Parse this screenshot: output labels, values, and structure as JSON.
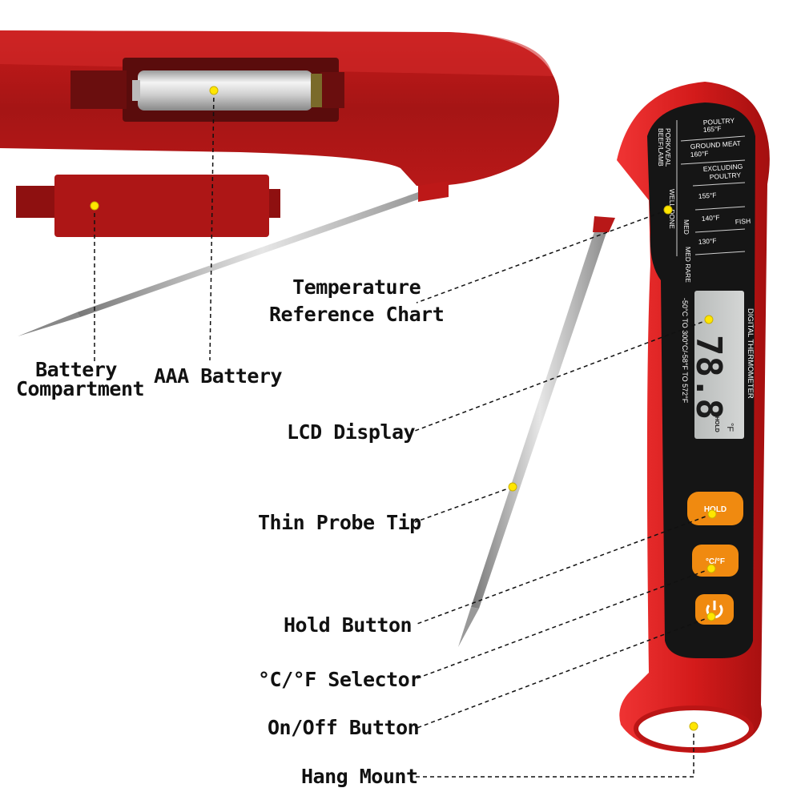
{
  "callouts": {
    "temperature_chart": [
      "Temperature",
      "Reference Chart"
    ],
    "battery_compartment": [
      "Battery",
      "Compartment"
    ],
    "aaa_battery": "AAA Battery",
    "lcd_display": "LCD Display",
    "probe_tip": "Thin Probe Tip",
    "hold_button": "Hold Button",
    "unit_selector": "°C/°F Selector",
    "power_button": "On/Off Button",
    "hang_mount": "Hang Mount"
  },
  "device": {
    "chart_rows": [
      {
        "category": "POULTRY",
        "temp": "165°F"
      },
      {
        "category": "GROUND MEAT",
        "temp": "160°F"
      },
      {
        "category": "EXCLUDING",
        "temp": "POULTRY"
      },
      {
        "category": "",
        "temp": "155°F"
      },
      {
        "category": "",
        "temp": "140°F"
      },
      {
        "category": "FISH",
        "temp": ""
      },
      {
        "category": "",
        "temp": "130°F"
      }
    ],
    "chart_side_labels": [
      "BEEF/LAMB",
      "PORK/VEAL"
    ],
    "doneness": [
      "WELL DONE",
      "MED",
      "MED RARE"
    ],
    "product_name": "DIGITAL THERMOMETER",
    "range_text": "-50°C TO 300°C/-58°F TO 572°F",
    "lcd_value": "78.8",
    "lcd_unit": "°F",
    "lcd_hold": "HOLD",
    "hold_label": "HOLD",
    "unit_label": "°C/°F"
  },
  "colors": {
    "body_red": "#d81e1e",
    "dark_red": "#9e1414",
    "face": "#1a1a1a",
    "button_orange": "#f08a10",
    "lcd": "#c9cccb",
    "marker_yellow": "#ffe600"
  }
}
